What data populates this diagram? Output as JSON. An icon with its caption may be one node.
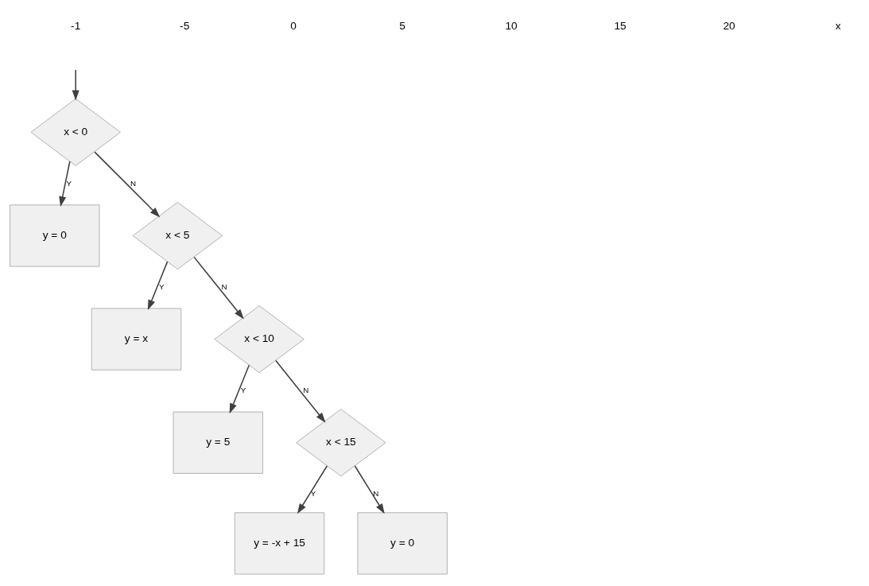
{
  "diagram": {
    "nodes": [
      {
        "text": [
          "x < 0"
        ]
      },
      {
        "text": [
          "y = 0"
        ]
      },
      {
        "text": [
          "x < 5"
        ]
      },
      {
        "text": [
          "y = x"
        ]
      },
      {
        "text": [
          "x < 10"
        ]
      },
      {
        "text": [
          "y = 5"
        ]
      },
      {
        "text": [
          "x < 15"
        ]
      },
      {
        "text": [
          "y = -x + 15"
        ]
      },
      {
        "text": [
          "y = 0"
        ]
      }
    ],
    "edges": [
      {
        "from": null,
        "to": 0,
        "arrow": "to"
      },
      {
        "from": 0,
        "to": 1,
        "label": "Y",
        "arrow": "to"
      },
      {
        "from": 0,
        "to": 2,
        "label": "N",
        "arrow": "to"
      },
      {
        "from": 2,
        "to": 3,
        "label": "Y",
        "arrow": "to"
      },
      {
        "from": 2,
        "to": 4,
        "label": "N",
        "arrow": "to"
      },
      {
        "from": 4,
        "to": 5,
        "label": "Y",
        "arrow": "to"
      },
      {
        "from": 4,
        "to": 6,
        "label": "N",
        "arrow": "to"
      },
      {
        "from": 6,
        "to": 7,
        "label": "Y",
        "arrow": "to"
      },
      {
        "from": 6,
        "to": 8,
        "label": "N",
        "arrow": "to"
      }
    ],
    "labels": [
      "-1",
      "-5",
      "0",
      "5",
      "10",
      "15",
      "20",
      "x"
    ]
  }
}
